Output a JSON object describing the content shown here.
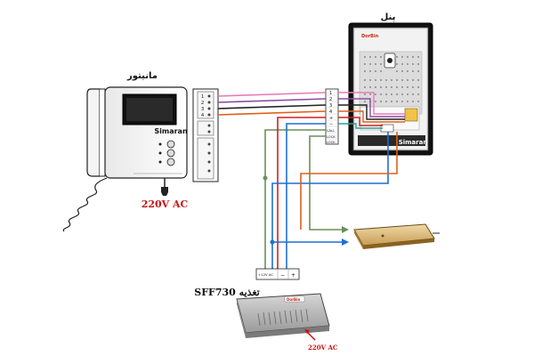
{
  "labels": {
    "monitor": "مانیتور",
    "panel": "پنل",
    "power_supply": "SFF730 تغذیه",
    "ac_monitor": "220V AC",
    "ac_supply": "220V AC",
    "brand": "Simaran",
    "panel_brand": "Simaran",
    "panel_logo": "DorBin",
    "supply_logo": "DorBin"
  },
  "terminals": {
    "monitor_strip": [
      "1",
      "2",
      "3",
      "4"
    ],
    "panel_strip": [
      "1",
      "2",
      "3",
      "4",
      "+",
      "−",
      "CALL",
      "LOCK",
      "LOCK"
    ],
    "supply_strip": [
      "+12V AC",
      "−",
      "+"
    ]
  },
  "colors": {
    "wire_pink": "#e87cb8",
    "wire_purple": "#8a4ea0",
    "wire_orange": "#e0601a",
    "wire_red": "#d21f1f",
    "wire_blue": "#1f6fd0",
    "wire_green": "#6a8f5a",
    "wire_black": "#222222",
    "wire_teal": "#2aa39a",
    "ac_label": "#cc1111"
  }
}
